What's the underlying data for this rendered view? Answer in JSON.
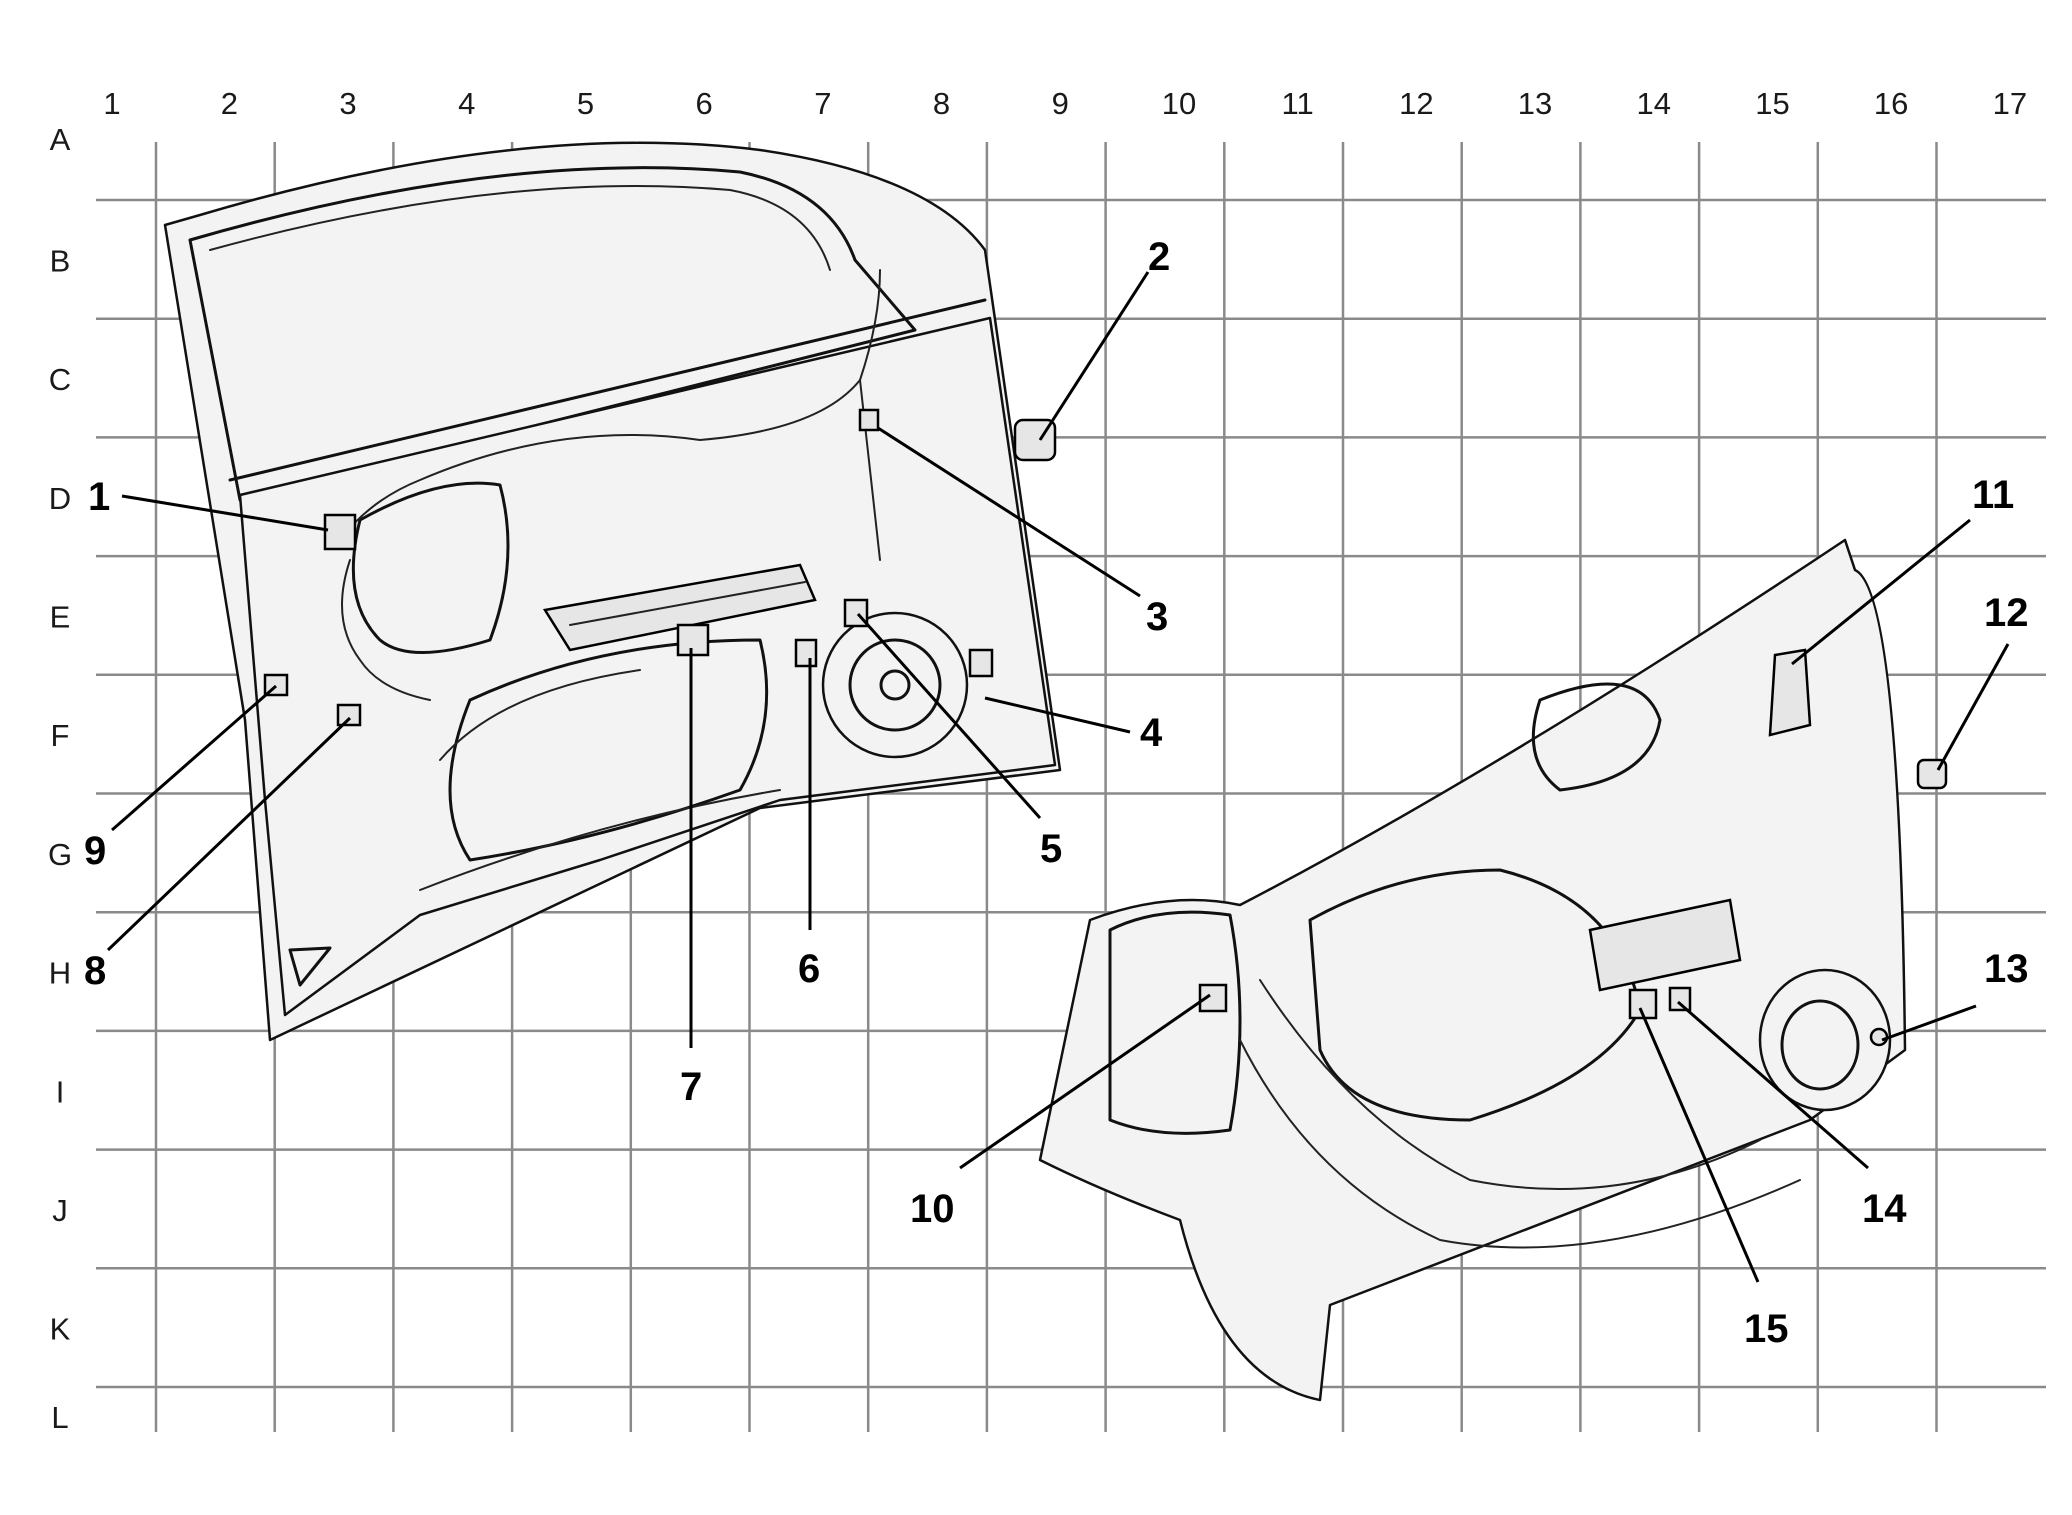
{
  "grid": {
    "columns": [
      "1",
      "2",
      "3",
      "4",
      "5",
      "6",
      "7",
      "8",
      "9",
      "10",
      "11",
      "12",
      "13",
      "14",
      "15",
      "16",
      "17"
    ],
    "rows": [
      "A",
      "B",
      "C",
      "D",
      "E",
      "F",
      "G",
      "H",
      "I",
      "J",
      "K",
      "L"
    ]
  },
  "callouts": [
    "1",
    "2",
    "3",
    "4",
    "5",
    "6",
    "7",
    "8",
    "9",
    "10",
    "11",
    "12",
    "13",
    "14",
    "15"
  ]
}
